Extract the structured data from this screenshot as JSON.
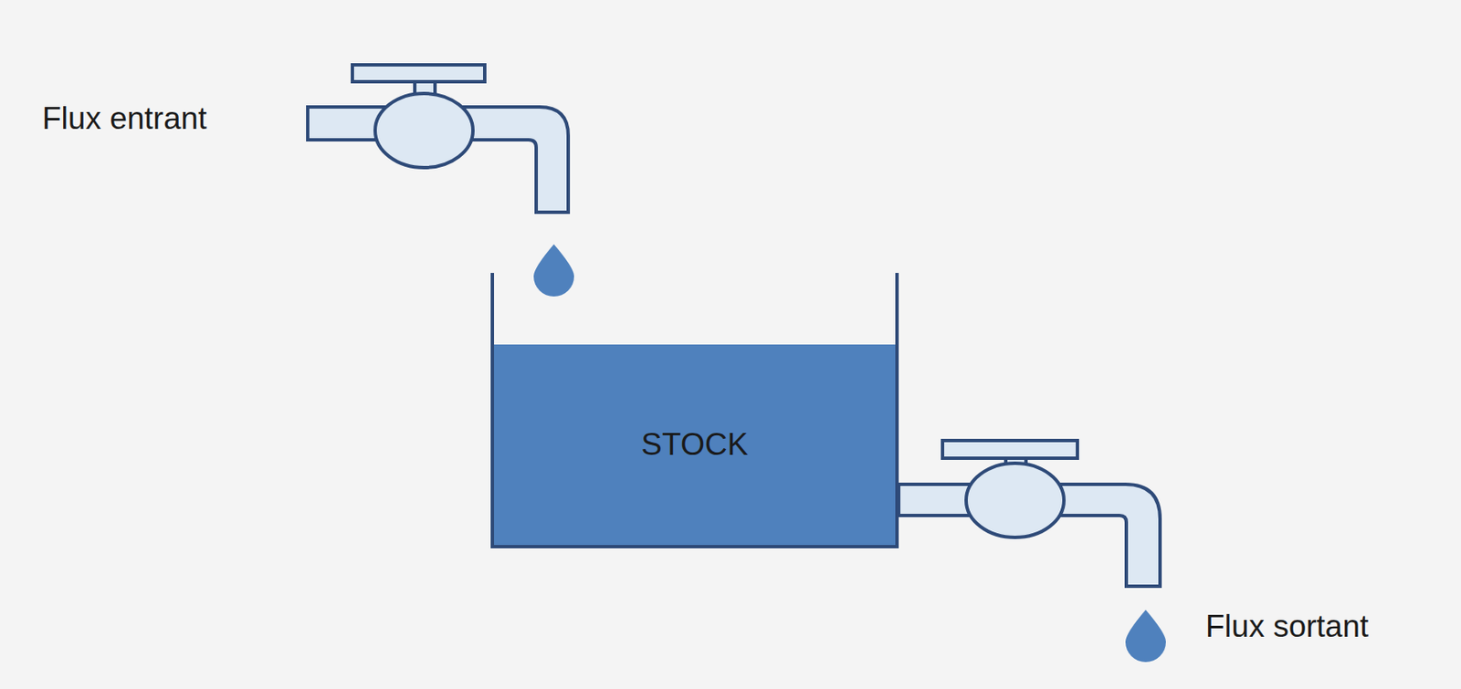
{
  "diagram": {
    "nodes": [
      {
        "text": [
          "STOCK"
        ]
      }
    ],
    "labels": [
      "Flux entrant",
      "Flux sortant"
    ]
  }
}
